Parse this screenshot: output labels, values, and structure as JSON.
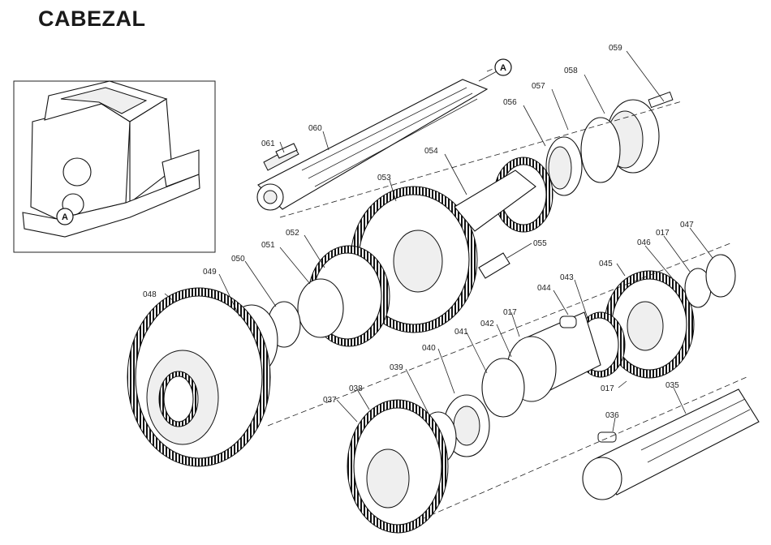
{
  "title": "CABEZAL",
  "callouts": {
    "A_main": "A",
    "A_inset": "A",
    "p059": "059",
    "p058": "058",
    "p057": "057",
    "p056": "056",
    "p060": "060",
    "p061": "061",
    "p054": "054",
    "p053": "053",
    "p052": "052",
    "p055": "055",
    "p051": "051",
    "p050": "050",
    "p049": "049",
    "p048": "048",
    "p047": "047",
    "p017a": "017",
    "p046": "046",
    "p045": "045",
    "p043": "043",
    "p044": "044",
    "p017b": "017",
    "p042": "042",
    "p041": "041",
    "p040": "040",
    "p039": "039",
    "p038": "038",
    "p037": "037",
    "p017c": "017",
    "p035": "035",
    "p036": "036"
  }
}
